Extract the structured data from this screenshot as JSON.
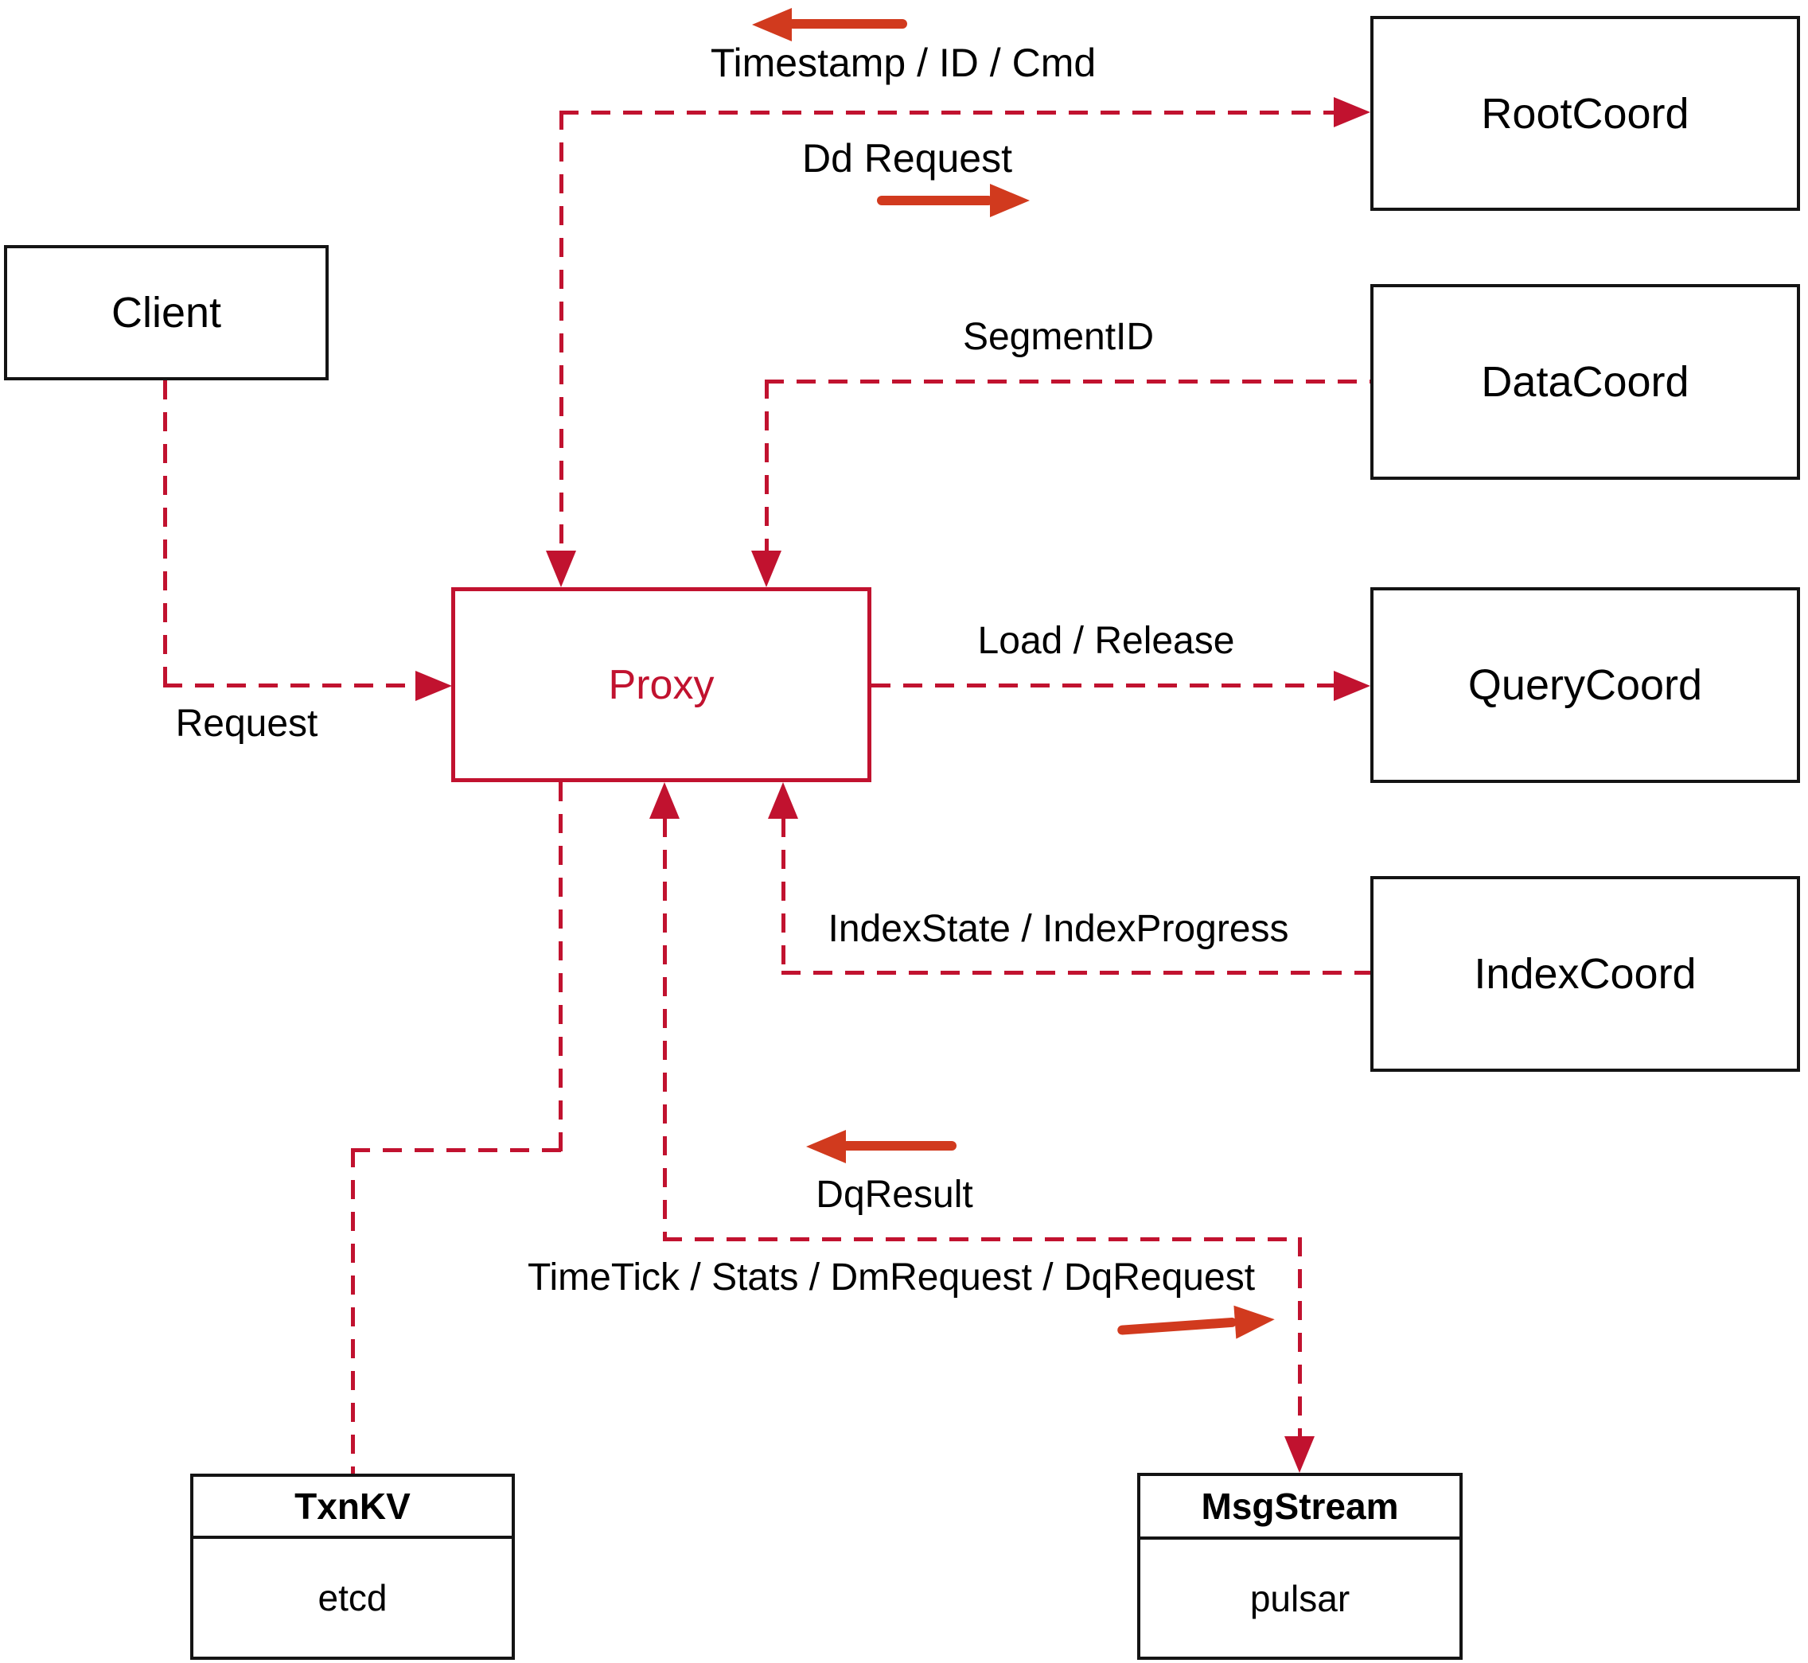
{
  "diagram": {
    "nodes": {
      "client": {
        "label": "Client"
      },
      "proxy": {
        "label": "Proxy"
      },
      "root_coord": {
        "label": "RootCoord"
      },
      "data_coord": {
        "label": "DataCoord"
      },
      "query_coord": {
        "label": "QueryCoord"
      },
      "index_coord": {
        "label": "IndexCoord"
      },
      "txn_kv": {
        "title": "TxnKV",
        "subtitle": "etcd"
      },
      "msg_stream": {
        "title": "MsgStream",
        "subtitle": "pulsar"
      }
    },
    "edge_labels": {
      "request": "Request",
      "timestamp_id_cmd": "Timestamp / ID / Cmd",
      "dd_request": "Dd Request",
      "segment_id": "SegmentID",
      "load_release": "Load / Release",
      "index_state": "IndexState / IndexProgress",
      "dq_result": "DqResult",
      "time_tick": "TimeTick / Stats / DmRequest / DqRequest"
    },
    "colors": {
      "dashed_line_red": "#c1122f",
      "solid_arrow_red": "#d13a1e",
      "box_border_black": "#141414",
      "label_text_black": "#000000",
      "background": "#ffffff"
    }
  }
}
